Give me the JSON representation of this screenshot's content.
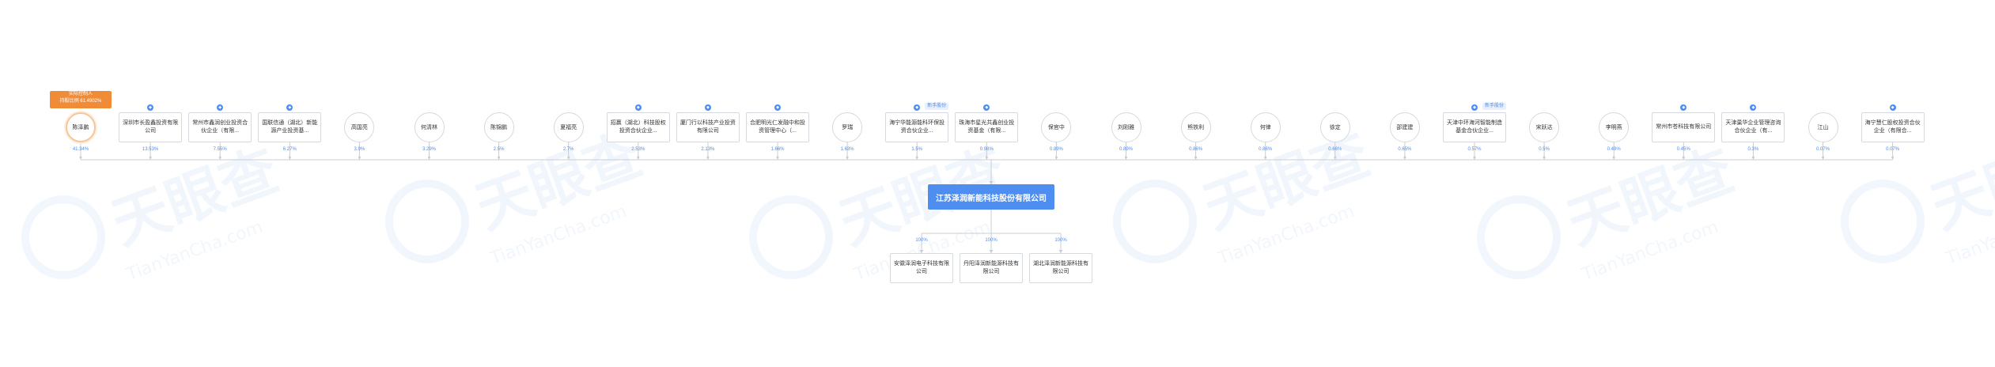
{
  "center": {
    "name": "江苏泽润新能科技股份有限公司"
  },
  "badge": {
    "line1": "实际控制人",
    "line2": "持股比例 61.4902%"
  },
  "shareholders": [
    {
      "kind": "person",
      "name": "陈泽鹏",
      "pct": "41.34%",
      "highlight": true
    },
    {
      "kind": "org",
      "name": "深圳市长盈鑫投资有限公司",
      "pct": "13.53%"
    },
    {
      "kind": "org",
      "name": "常州市鑫润创业投资合伙企业（有限...",
      "pct": "7.55%"
    },
    {
      "kind": "org",
      "name": "国联信通（湖北）新能源产业投资基...",
      "pct": "6.27%"
    },
    {
      "kind": "person",
      "name": "高国亮",
      "pct": "3.9%"
    },
    {
      "kind": "person",
      "name": "何清林",
      "pct": "3.29%"
    },
    {
      "kind": "person",
      "name": "陈锦鹏",
      "pct": "2.5%"
    },
    {
      "kind": "person",
      "name": "夏福亮",
      "pct": "2.7%"
    },
    {
      "kind": "org",
      "name": "招赢（湖北）科技股权投资合伙企业...",
      "pct": "2.53%"
    },
    {
      "kind": "org",
      "name": "厦门行以科技产业投资有限公司",
      "pct": "2.13%"
    },
    {
      "kind": "org",
      "name": "合肥明光仁发融中和投资管理中心（...",
      "pct": "1.66%"
    },
    {
      "kind": "person",
      "name": "罗瑞",
      "pct": "1.63%"
    },
    {
      "kind": "org",
      "name": "海宁华能源能科环保投资合伙企业...",
      "pct": "1.5%",
      "tag": "新手股份"
    },
    {
      "kind": "org",
      "name": "珠海市星光共鑫创业投资基金（有限...",
      "pct": "0.98%"
    },
    {
      "kind": "person",
      "name": "保官中",
      "pct": "0.89%"
    },
    {
      "kind": "person",
      "name": "刘刚雅",
      "pct": "0.89%"
    },
    {
      "kind": "person",
      "name": "熊铁利",
      "pct": "0.86%"
    },
    {
      "kind": "person",
      "name": "何律",
      "pct": "0.86%"
    },
    {
      "kind": "person",
      "name": "徐定",
      "pct": "0.66%"
    },
    {
      "kind": "person",
      "name": "邵建建",
      "pct": "0.65%"
    },
    {
      "kind": "org",
      "name": "天津中环海河智能制造基金合伙企业...",
      "pct": "0.57%",
      "tag": "新手股份"
    },
    {
      "kind": "person",
      "name": "宋跃达",
      "pct": "0.5%"
    },
    {
      "kind": "person",
      "name": "李明燕",
      "pct": "0.49%"
    },
    {
      "kind": "org",
      "name": "常州市苍科技有限公司",
      "pct": "0.45%"
    },
    {
      "kind": "org",
      "name": "天津巢华企业管理咨询合伙企业（有...",
      "pct": "0.3%"
    },
    {
      "kind": "person",
      "name": "江山",
      "pct": "0.07%"
    },
    {
      "kind": "org",
      "name": "海宁慧仁股权投资合伙企业（有限合...",
      "pct": "0.07%"
    }
  ],
  "subsidiaries": [
    {
      "name": "安徽泽润电子科技有限公司",
      "pct": "100%"
    },
    {
      "name": "丹阳泽润新能源科技有限公司",
      "pct": "100%"
    },
    {
      "name": "湖北泽润新能源科技有限公司",
      "pct": "100%"
    }
  ],
  "watermark": {
    "cn": "天眼查",
    "en": "TianYanCha.com"
  },
  "colors": {
    "accent": "#4d8ef0",
    "badge": "#f08c38",
    "line": "#c8cdd4"
  }
}
